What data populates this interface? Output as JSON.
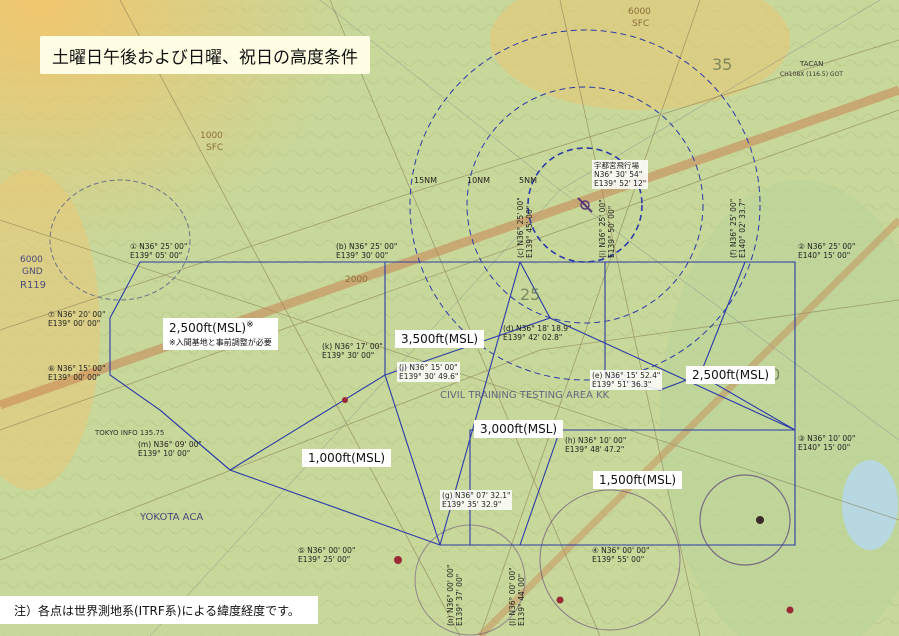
{
  "title": "土曜日午後および日曜、祝日の高度条件",
  "note": "注）各点は世界測地系(ITRF系)による緯度経度です。",
  "airport": {
    "name": "宇都宮飛行場",
    "lat": "N36° 30' 54\"",
    "lon": "E139° 52' 12\""
  },
  "range_rings": [
    "15NM",
    "10NM",
    "5NM"
  ],
  "altitude_zones": [
    {
      "label": "2,500ft(MSL)",
      "mark": "※",
      "note": "※入間基地と事前調整が必要"
    },
    {
      "label": "3,500ft(MSL)"
    },
    {
      "label": "2,500ft(MSL)"
    },
    {
      "label": "3,000ft(MSL)"
    },
    {
      "label": "1,000ft(MSL)"
    },
    {
      "label": "1,500ft(MSL)"
    }
  ],
  "points": [
    {
      "id": "①",
      "lat": "N36° 25' 00\"",
      "lon": "E139° 05' 00\""
    },
    {
      "id": "②",
      "lat": "N36° 25' 00\"",
      "lon": "E140° 15' 00\""
    },
    {
      "id": "③",
      "lat": "N36° 10' 00\"",
      "lon": "E140° 15' 00\""
    },
    {
      "id": "④",
      "lat": "N36° 00' 00\"",
      "lon": "E139° 55' 00\""
    },
    {
      "id": "⑤",
      "lat": "N36° 00' 00\"",
      "lon": "E139° 25' 00\""
    },
    {
      "id": "⑥",
      "lat": "N36° 15' 00\"",
      "lon": "E139° 00' 00\""
    },
    {
      "id": "⑦",
      "lat": "N36° 20' 00\"",
      "lon": "E139° 00' 00\""
    },
    {
      "id": "(b)",
      "lat": "N36° 25' 00\"",
      "lon": "E139° 30' 00\""
    },
    {
      "id": "(c)",
      "lat": "N36° 25' 00\"",
      "lon": "E139° 45' 00\""
    },
    {
      "id": "(d)",
      "lat": "N36° 18' 18.9\"",
      "lon": "E139° 42' 02.8\""
    },
    {
      "id": "(e)",
      "lat": "N36° 15' 52.4\"",
      "lon": "E139° 51' 36.3\""
    },
    {
      "id": "(f)",
      "lat": "N36° 25' 00\"",
      "lon": "E140° 02' 33.7\""
    },
    {
      "id": "(g)",
      "lat": "N36° 07' 32.1\"",
      "lon": "E139° 35' 32.9\""
    },
    {
      "id": "(h)",
      "lat": "N36° 10' 00\"",
      "lon": "E139° 48' 47.2\""
    },
    {
      "id": "(i)",
      "lat": "N36° 25' 00\"",
      "lon": "E139° 50' 00\""
    },
    {
      "id": "(j)",
      "lat": "N36° 15' 00\"",
      "lon": "E139° 30' 49.6\""
    },
    {
      "id": "(k)",
      "lat": "N36° 17' 00\"",
      "lon": "E139° 30' 00\""
    },
    {
      "id": "(l)",
      "lat": "N36° 00' 00\"",
      "lon": "E139° 44' 00\""
    },
    {
      "id": "(m)",
      "lat": "N36° 09' 00\"",
      "lon": "E139° 10' 00\""
    },
    {
      "id": "(n)",
      "lat": "N36° 00' 00\"",
      "lon": "E139° 37' 00\""
    }
  ],
  "chart_labels": [
    "1000",
    "SFC",
    "2000",
    "6000",
    "GND",
    "R119",
    "YOKOTA ACA",
    "TOKYO INFO 135.75",
    "CIVIL TRAINING TESTING AREA KK",
    "TACAN",
    "CH108X (116.5) GOT",
    "35",
    "25",
    "30",
    "6000",
    "SFC"
  ],
  "colors": {
    "boundary": "#2b3aa8",
    "map_base": "#c8d79a",
    "label_bg": "#ffffff",
    "title_bg": "#fffde4"
  }
}
